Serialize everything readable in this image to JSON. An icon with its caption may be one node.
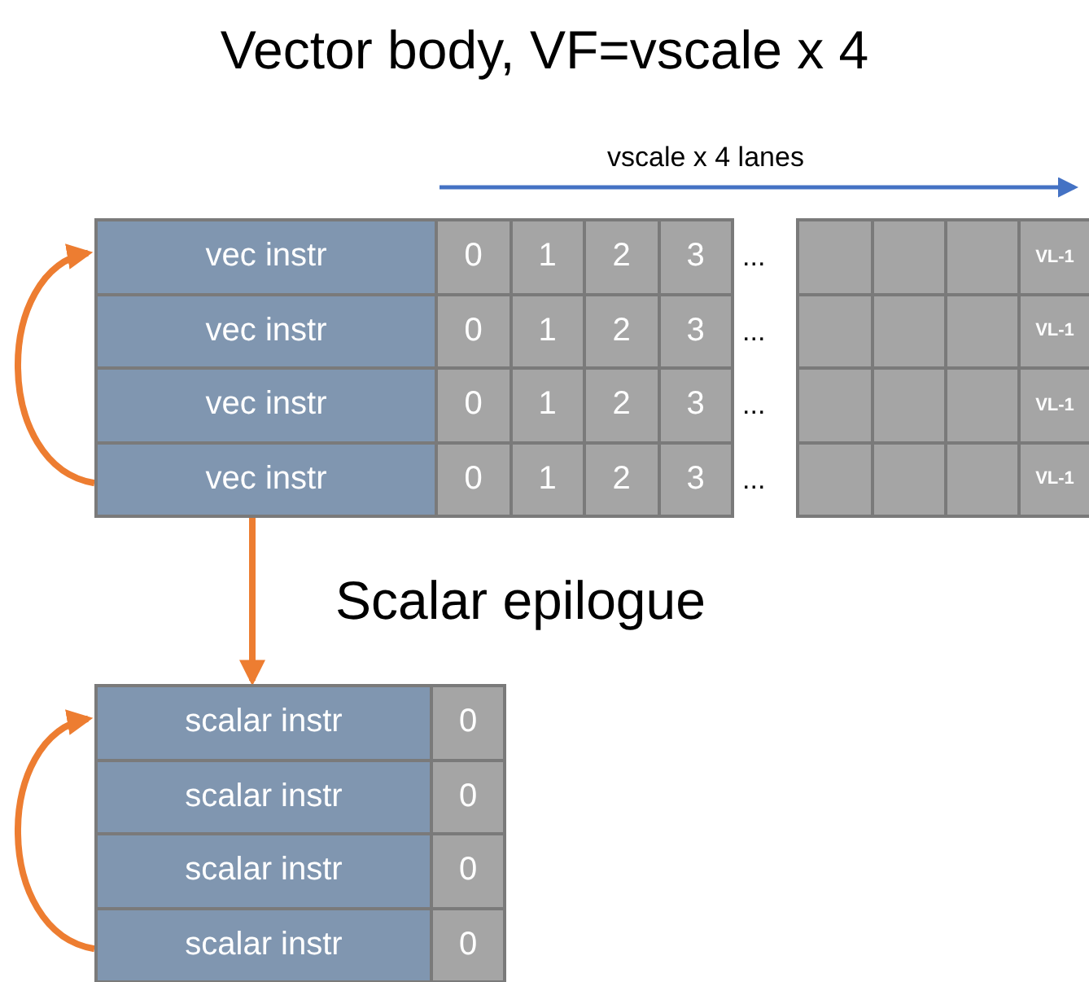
{
  "diagram": {
    "title": "Vector body, VF=vscale x 4",
    "nodes": [
      {
        "text": [
          "vec instr"
        ]
      },
      {
        "text": [
          "0"
        ]
      },
      {
        "text": [
          "1"
        ]
      },
      {
        "text": [
          "2"
        ]
      },
      {
        "text": [
          "3"
        ]
      },
      {
        "text": [],
        "shape": "box"
      },
      {
        "text": [],
        "shape": "box"
      },
      {
        "text": [],
        "shape": "box"
      },
      {
        "text": [
          "VL-1"
        ]
      },
      {
        "text": [
          "vec instr"
        ]
      },
      {
        "text": [
          "0"
        ]
      },
      {
        "text": [
          "1"
        ]
      },
      {
        "text": [
          "2"
        ]
      },
      {
        "text": [
          "3"
        ]
      },
      {
        "text": [],
        "shape": "box"
      },
      {
        "text": [],
        "shape": "box"
      },
      {
        "text": [],
        "shape": "box"
      },
      {
        "text": [
          "VL-1"
        ]
      },
      {
        "text": [
          "vec instr"
        ]
      },
      {
        "text": [
          "0"
        ]
      },
      {
        "text": [
          "1"
        ]
      },
      {
        "text": [
          "2"
        ]
      },
      {
        "text": [
          "3"
        ]
      },
      {
        "text": [],
        "shape": "box"
      },
      {
        "text": [],
        "shape": "box"
      },
      {
        "text": [],
        "shape": "box"
      },
      {
        "text": [
          "VL-1"
        ]
      },
      {
        "text": [
          "vec instr"
        ]
      },
      {
        "text": [
          "0"
        ]
      },
      {
        "text": [
          "1"
        ]
      },
      {
        "text": [
          "2"
        ]
      },
      {
        "text": [
          "3"
        ]
      },
      {
        "text": [],
        "shape": "box"
      },
      {
        "text": [],
        "shape": "box"
      },
      {
        "text": [],
        "shape": "box"
      },
      {
        "text": [
          "VL-1"
        ]
      },
      {
        "text": [
          "scalar instr"
        ]
      },
      {
        "text": [
          "0"
        ]
      },
      {
        "text": [
          "scalar instr"
        ]
      },
      {
        "text": [
          "0"
        ]
      },
      {
        "text": [
          "scalar instr"
        ]
      },
      {
        "text": [
          "0"
        ]
      },
      {
        "text": [
          "scalar instr"
        ]
      },
      {
        "text": [
          "0"
        ]
      }
    ],
    "edges": [
      {
        "from": 27,
        "to": 0,
        "arrow": "to"
      },
      {
        "from": 27,
        "to": 36,
        "arrow": "to"
      },
      {
        "from": 42,
        "to": 36,
        "arrow": "to"
      }
    ],
    "labels": [
      "vscale x 4 lanes",
      "...",
      "...",
      "...",
      "...",
      "Scalar epilogue"
    ]
  }
}
